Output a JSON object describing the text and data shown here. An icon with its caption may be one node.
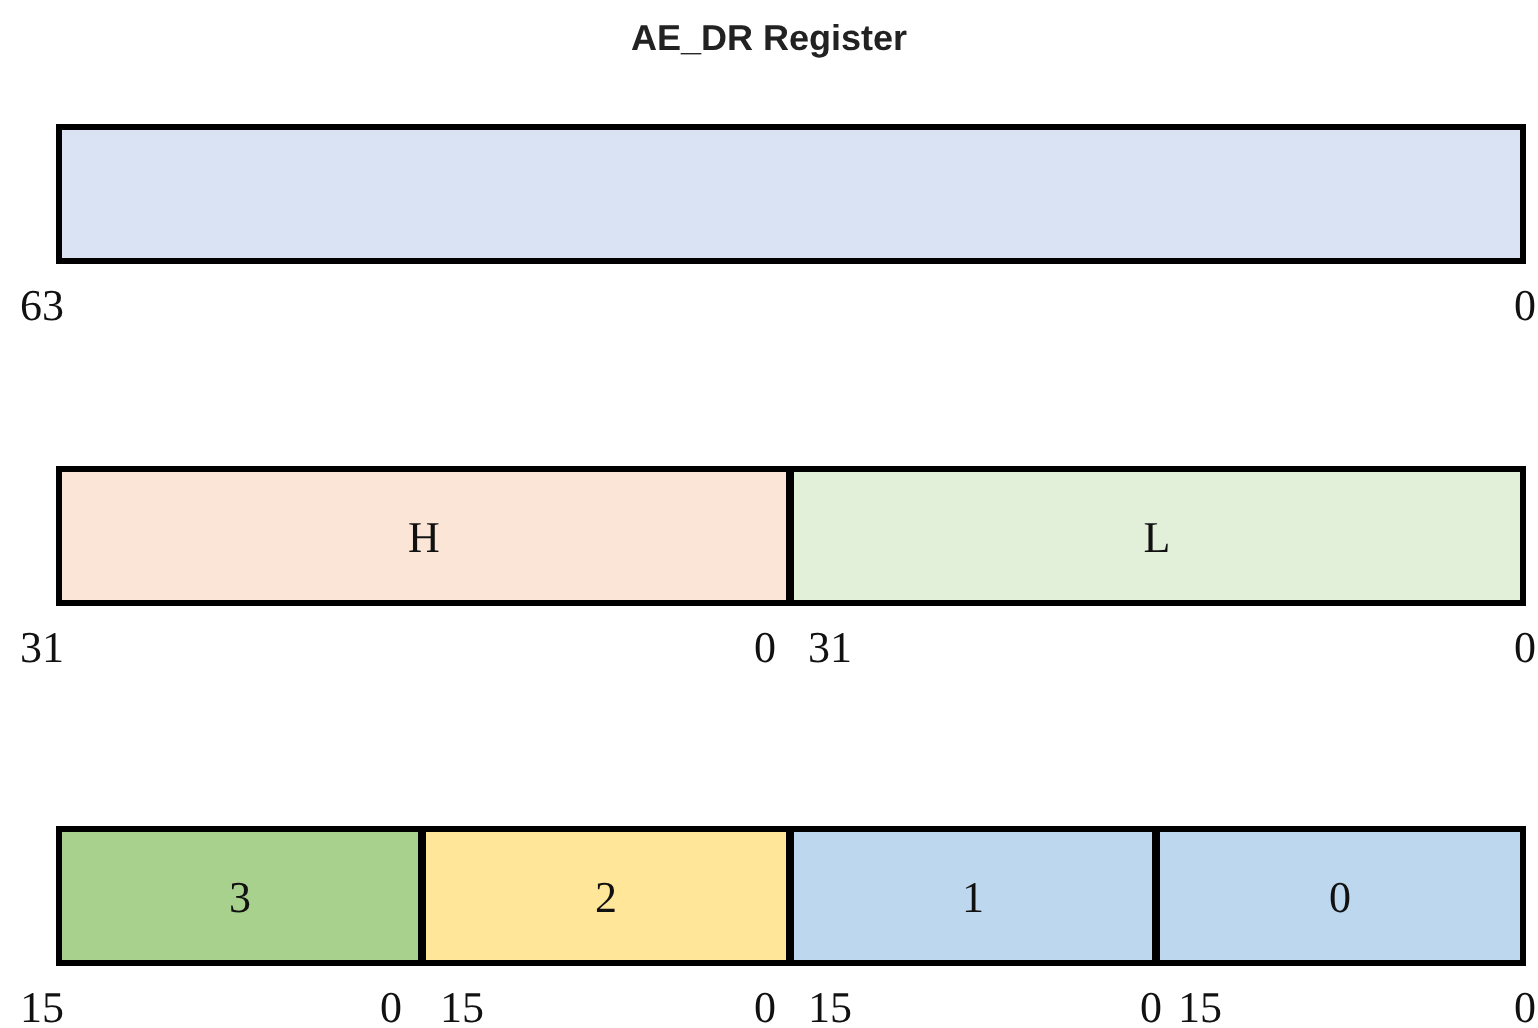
{
  "diagram": {
    "title": "AE_DR Register",
    "nodes": [
      {
        "text": [],
        "shape": "box"
      },
      {
        "text": [
          "H"
        ]
      },
      {
        "text": [
          "L"
        ]
      },
      {
        "text": [
          "3"
        ]
      },
      {
        "text": [
          "2"
        ]
      },
      {
        "text": [
          "1"
        ]
      },
      {
        "text": [
          "0"
        ]
      }
    ],
    "labels": [
      "63",
      "0",
      "31",
      "0",
      "31",
      "0",
      "15",
      "0",
      "15",
      "0",
      "15",
      "0",
      "15",
      "0"
    ]
  }
}
